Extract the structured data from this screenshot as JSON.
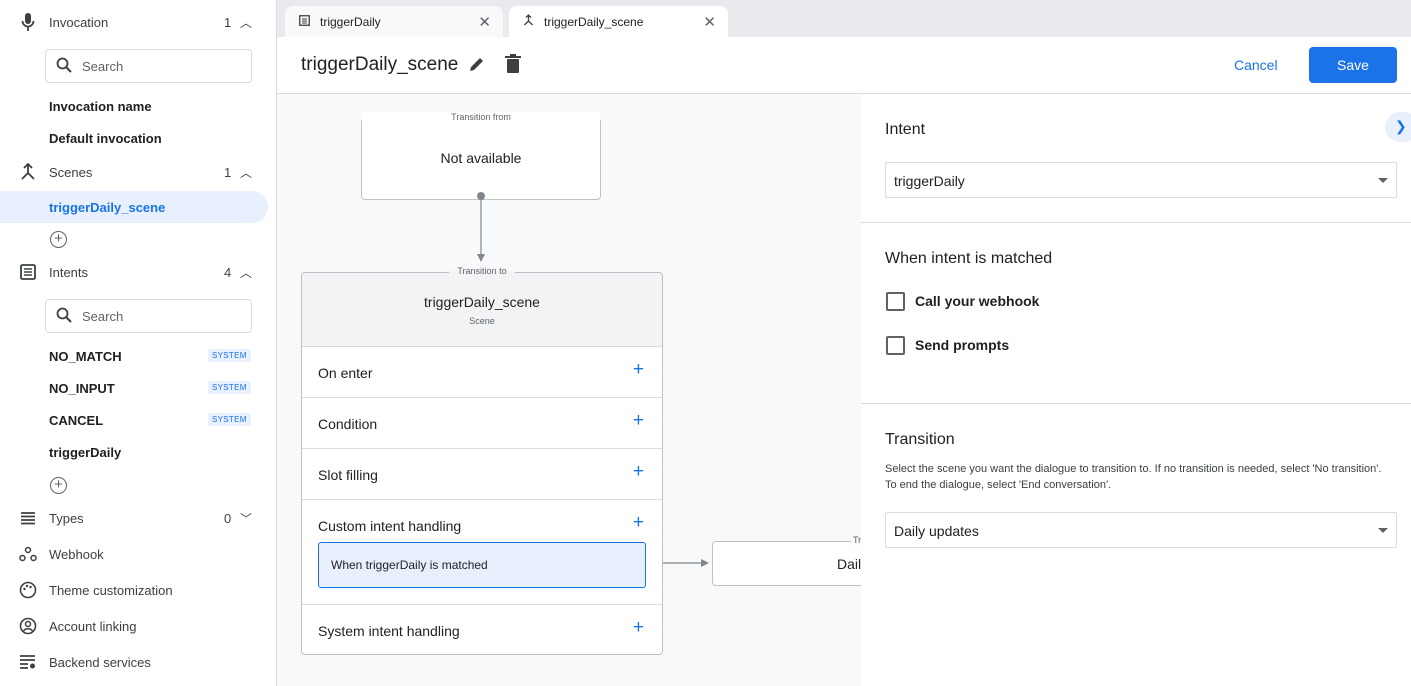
{
  "sidebar": {
    "invocation": {
      "label": "Invocation",
      "count": "1",
      "search_placeholder": "Search",
      "items": [
        "Invocation name",
        "Default invocation"
      ]
    },
    "scenes": {
      "label": "Scenes",
      "count": "1",
      "items": [
        "triggerDaily_scene"
      ]
    },
    "intents": {
      "label": "Intents",
      "count": "4",
      "search_placeholder": "Search",
      "items": [
        {
          "label": "NO_MATCH",
          "badge": "SYSTEM"
        },
        {
          "label": "NO_INPUT",
          "badge": "SYSTEM"
        },
        {
          "label": "CANCEL",
          "badge": "SYSTEM"
        },
        {
          "label": "triggerDaily"
        }
      ]
    },
    "types": {
      "label": "Types",
      "count": "0"
    },
    "others": [
      "Webhook",
      "Theme customization",
      "Account linking",
      "Backend services"
    ]
  },
  "tabs": [
    {
      "label": "triggerDaily",
      "icon": "intent-icon"
    },
    {
      "label": "triggerDaily_scene",
      "icon": "scene-icon",
      "active": true
    }
  ],
  "header": {
    "title": "triggerDaily_scene",
    "cancel": "Cancel",
    "save": "Save",
    "accent": "#1a73e8"
  },
  "canvas": {
    "from": {
      "legend": "Transition from",
      "value": "Not available"
    },
    "to": {
      "legend": "Transition to",
      "name": "triggerDaily_scene",
      "sub": "Scene"
    },
    "rows": [
      "On enter",
      "Condition",
      "Slot filling",
      "Custom intent handling",
      "System intent handling"
    ],
    "handler": "When triggerDaily is matched",
    "target": {
      "legend": "Tr",
      "value": "Dail"
    }
  },
  "panel": {
    "intent_title": "Intent",
    "intent_value": "triggerDaily",
    "matched_title": "When intent is matched",
    "checkboxes": [
      {
        "label": "Call your webhook",
        "checked": false
      },
      {
        "label": "Send prompts",
        "checked": false
      }
    ],
    "transition_title": "Transition",
    "transition_desc": "Select the scene you want the dialogue to transition to. If no transition is needed, select 'No transition'. To end the dialogue, select 'End conversation'.",
    "transition_value": "Daily updates"
  }
}
